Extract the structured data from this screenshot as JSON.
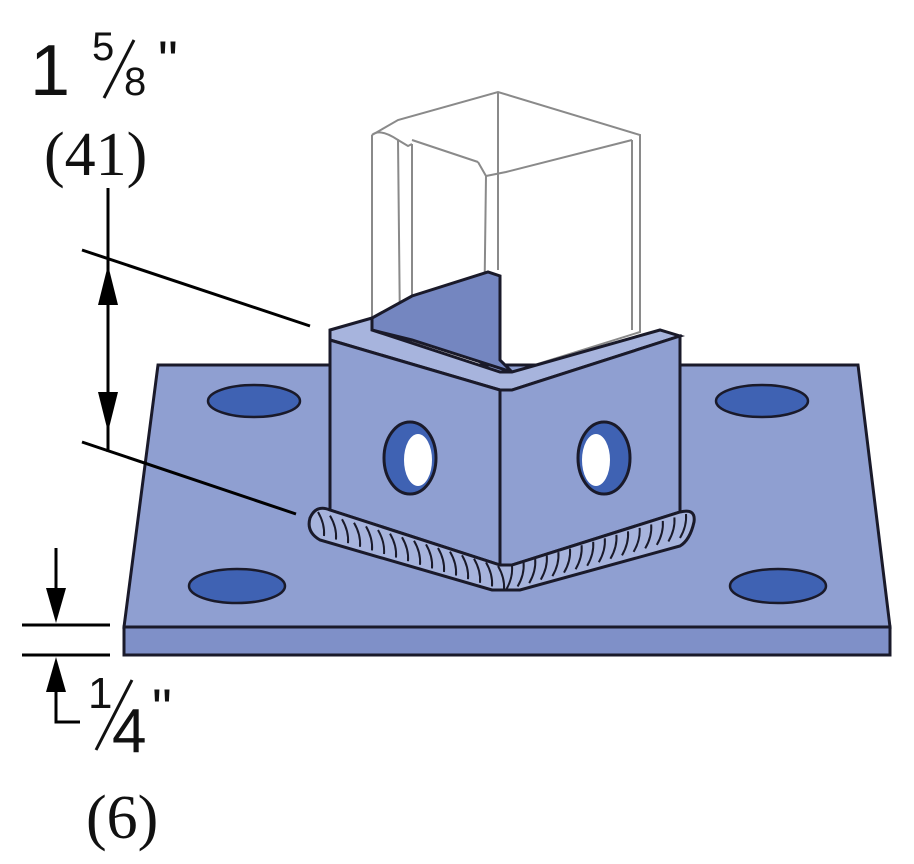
{
  "dimensions": {
    "height": {
      "whole": "1",
      "numerator": "5",
      "denominator": "8",
      "inch_mark": "\"",
      "metric": "(41)"
    },
    "thickness": {
      "numerator": "1",
      "denominator": "4",
      "inch_mark": "\"",
      "metric": "(6)"
    }
  },
  "colors": {
    "steel": "#8f9fd1",
    "steel_dark": "#7486c0",
    "hole": "#3f62b3",
    "outline": "#1a1a2a",
    "dimension_line": "#000000",
    "channel_outline": "#8a8a8a"
  }
}
